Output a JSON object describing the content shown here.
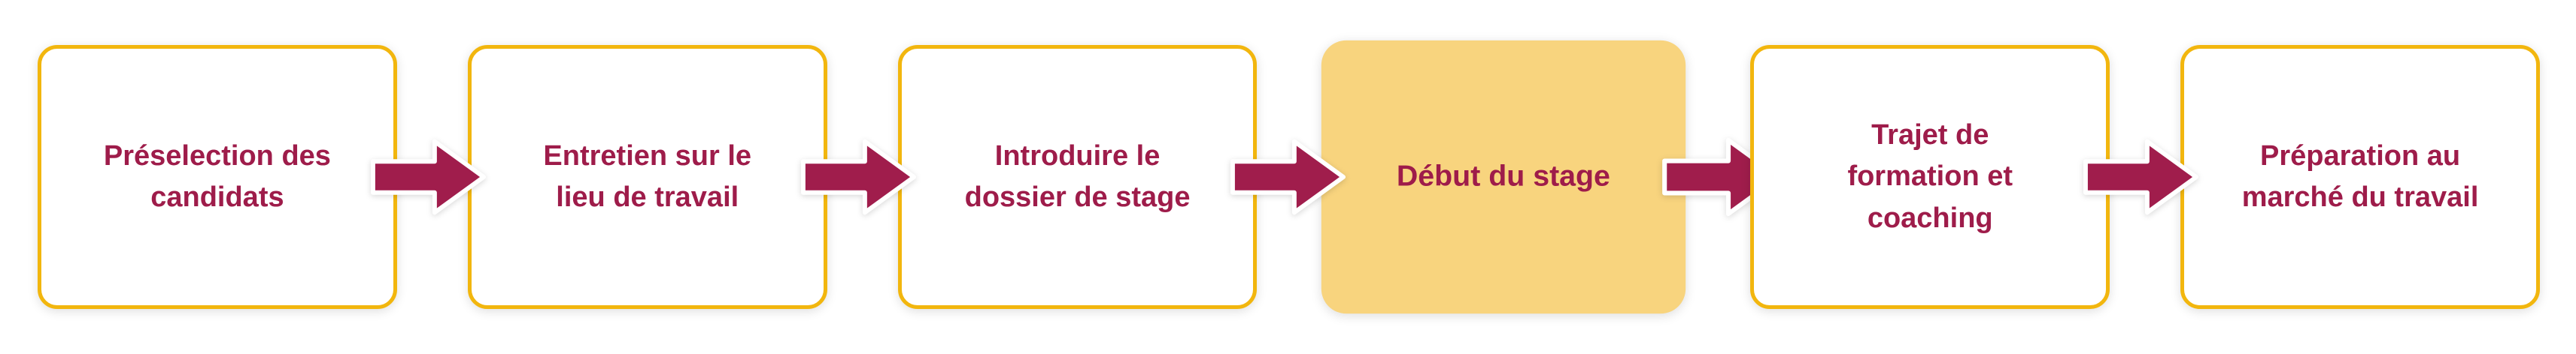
{
  "diagram": {
    "type": "process-flow",
    "direction": "left-to-right",
    "step_count": 6,
    "connector": "right-arrow-icon",
    "steps": [
      {
        "label": "Préselection des\ncandidats",
        "highlighted": false
      },
      {
        "label": "Entretien sur le\nlieu de travail",
        "highlighted": false
      },
      {
        "label": "Introduire le\ndossier de stage",
        "highlighted": false
      },
      {
        "label": "Début du stage",
        "highlighted": true
      },
      {
        "label": "Trajet de\nformation et\ncoaching",
        "highlighted": false
      },
      {
        "label": "Préparation au\nmarché du travail",
        "highlighted": false
      }
    ],
    "colors": {
      "box_border": "#F2B60E",
      "box_fill": "#FFFFFF",
      "highlight_fill": "#F8D47E",
      "text": "#9E1C4A",
      "arrow_fill": "#A01D4C",
      "arrow_outline": "#FFFFFF",
      "background": "#FFFFFF"
    }
  }
}
